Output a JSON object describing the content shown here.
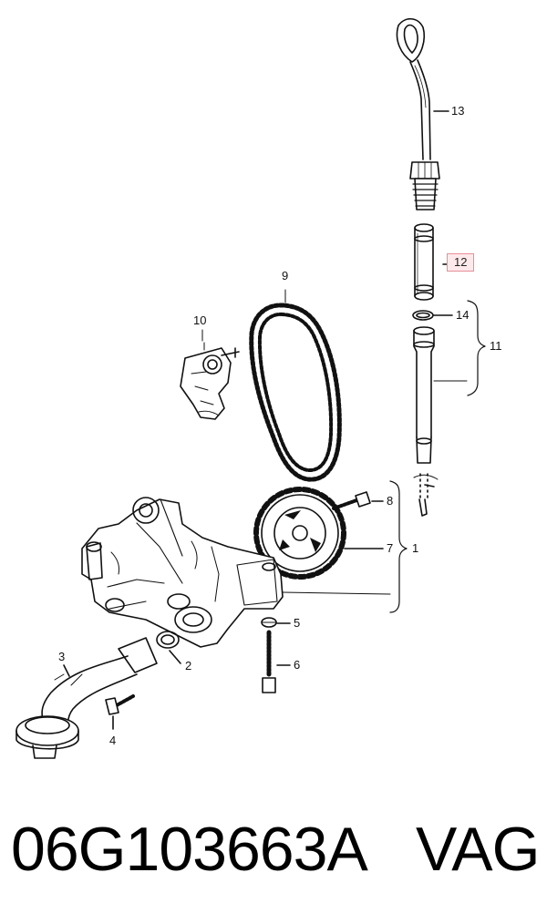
{
  "callouts": {
    "c1": "1",
    "c2": "2",
    "c3": "3",
    "c4": "4",
    "c5": "5",
    "c6": "6",
    "c7": "7",
    "c8": "8",
    "c9": "9",
    "c10": "10",
    "c11": "11",
    "c12": "12",
    "c13": "13",
    "c14": "14"
  },
  "highlight": {
    "callout": "12",
    "border_color": "#e88f98",
    "fill_color": "#fde9ec"
  },
  "footer": {
    "part_number": "06G103663A",
    "brand": "VAG"
  }
}
